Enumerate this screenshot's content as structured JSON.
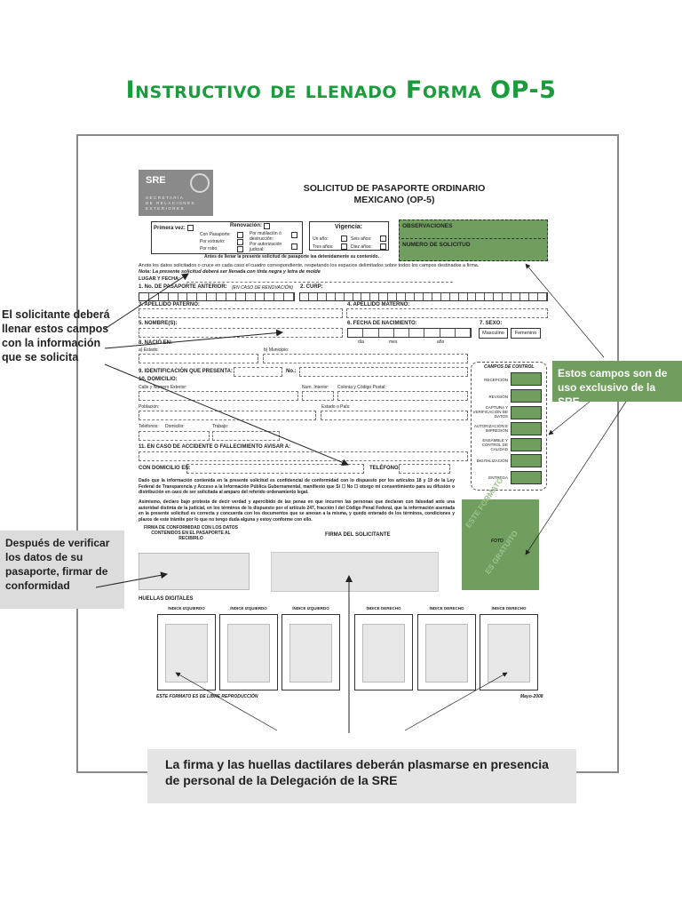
{
  "page": {
    "title": "Instructivo de llenado Forma OP-5"
  },
  "form": {
    "logo": {
      "acronym": "SRE",
      "lines": [
        "SECRETARÍA",
        "DE RELACIONES",
        "EXTERIORES"
      ]
    },
    "title_line1": "SOLICITUD DE PASAPORTE ORDINARIO",
    "title_line2": "MEXICANO (OP-5)",
    "type_box": {
      "primera_vez": "Primera vez:",
      "renovacion": "Renovación:",
      "con_pasaporte": "Con Pasaporte:",
      "por_extravio": "Por extravío:",
      "por_robo": "Por robo:",
      "por_mutilacion": "Por mutilación ó destrucción:",
      "por_autorizacion": "Por autorización judicial:"
    },
    "vigencia": {
      "label": "Vigencia:",
      "un_ano": "Un año:",
      "seis_anos": "Seis años:",
      "tres_anos": "Tres años:",
      "diez_anos": "Diez años:"
    },
    "observaciones": "OBSERVACIONES",
    "numero_solicitud": "NUMERO DE SOLICITUD",
    "before_note": "Antes de llenar la presente solicitud de pasaporte lea detenidamente su contenido.",
    "instructions": "Anote los datos solicitados o cruce en cada caso el cuadro correspondiente, respetando los espacios delimitados sobre todos los campos destinados a firma.",
    "nota": "Nota: La presente solicitud deberá ser llenada con tinta negra y letra de molde",
    "lugar_fecha": "LUGAR Y FECHA:",
    "f1": "1. No. DE PASAPORTE ANTERIOR:",
    "f1_note": "(EN CASO DE RENOVACIÓN)",
    "f2": "2. CURP:",
    "f3": "3. APELLIDO PATERNO:",
    "f4": "4. APELLIDO MATERNO:",
    "f5": "5. NOMBRE(S):",
    "f6": "6. FECHA DE NACIMIENTO:",
    "f7": "7. SEXO:",
    "masculino": "Masculino",
    "femenino": "Femenino",
    "dia": "día",
    "mes": "mes",
    "ano": "año",
    "f8": "8. NACIÓ EN:",
    "estado": "a) Estado:",
    "municipio": "b) Municipio:",
    "f9": "9. IDENTIFICACIÓN QUE PRESENTA:",
    "no": "No.:",
    "f10": "10. DOMICILIO:",
    "calle": "Calle y Número Exterior:",
    "num_interior": "Num. Interior:",
    "colonia": "Colonia y Código Postal:",
    "poblacion": "Población:",
    "estado_pais": "Estado o País:",
    "telefonos": "Teléfonos:",
    "domicilio": "Domicilio:",
    "trabajo": "Trabajo:",
    "f11": "11. EN CASO DE ACCIDENTE O FALLECIMIENTO AVISAR A:",
    "con_domicilio": "CON DOMICILIO EN:",
    "telefono": "TELÉFONO:",
    "campos_control": "CAMPOS DE CONTROL",
    "controls": [
      "RECEPCIÓN",
      "REVISIÓN",
      "CAPTURA Y VERIFICACIÓN DE DATOS",
      "AUTORIZACIÓN E IMPRESIÓN",
      "ENSAMBLE Y CONTROL DE CALIDAD",
      "DIGITALIZACIÓN",
      "ENTREGA"
    ],
    "legal1": "Dado que la información contenida en la presente solicitud es confidencial de conformidad con lo dispuesto por los artículos 18 y 19 de la Ley Federal de Transparencia y Acceso a la Información Pública Gubernamental, manifiesto que Sí ☐ No ☐ otorgo mi consentimiento para su difusión o distribución en caso de ser solicitada al amparo del referido ordenamiento legal.",
    "legal2": "Asimismo, declaro bajo protesta de decir verdad y apercibido de las penas en que incurren las personas que declaran con falsedad ante una autoridad distinta de la judicial, en los términos de lo dispuesto por el artículo 247, fracción I del Código Penal Federal, que la información asentada en la presente solicitud es correcta y concuerda con los documentos que se anexan a la misma, y quedo enterado de los términos, condiciones y plazos de este trámite por lo que no tengo duda alguna y estoy conforme con ello.",
    "firma_conformidad": "FIRMA DE CONFORMIDAD CON LOS DATOS CONTENIDOS EN EL PASAPORTE AL RECIBIRLO",
    "firma_solicitante": "FIRMA DEL SOLICITANTE",
    "foto": "FOTO",
    "foto_wm1": "ESTE FORMATO",
    "foto_wm2": "ES GRATUITO",
    "huellas": "HUELLAS DIGITALES",
    "fingers": [
      "ÍNDICE IZQUIERDO",
      "ÍNDICE IZQUIERDO",
      "ÍNDICE IZQUIERDO",
      "ÍNDICE DERECHO",
      "ÍNDICE DERECHO",
      "ÍNDICE DERECHO"
    ],
    "libre": "ESTE FORMATO ES DE LIBRE REPRODUCCIÓN",
    "fecha_forma": "Mayo-2008"
  },
  "callouts": {
    "solicitante": "El solicitante deberá llenar estos campos con la información que se solicita",
    "exclusivo": "Estos campos son de uso exclusivo de la SRE",
    "verificar": "Después de verificar los datos de su pasaporte, firmar de conformidad",
    "firma_huellas": "La firma y las huellas dactilares deberán plasmarse en presencia de personal de la Delegación de la SRE"
  },
  "colors": {
    "title_green": "#1a9b3c",
    "sre_green": "#6f9e5f",
    "panel_gray": "#dcdcdc"
  }
}
